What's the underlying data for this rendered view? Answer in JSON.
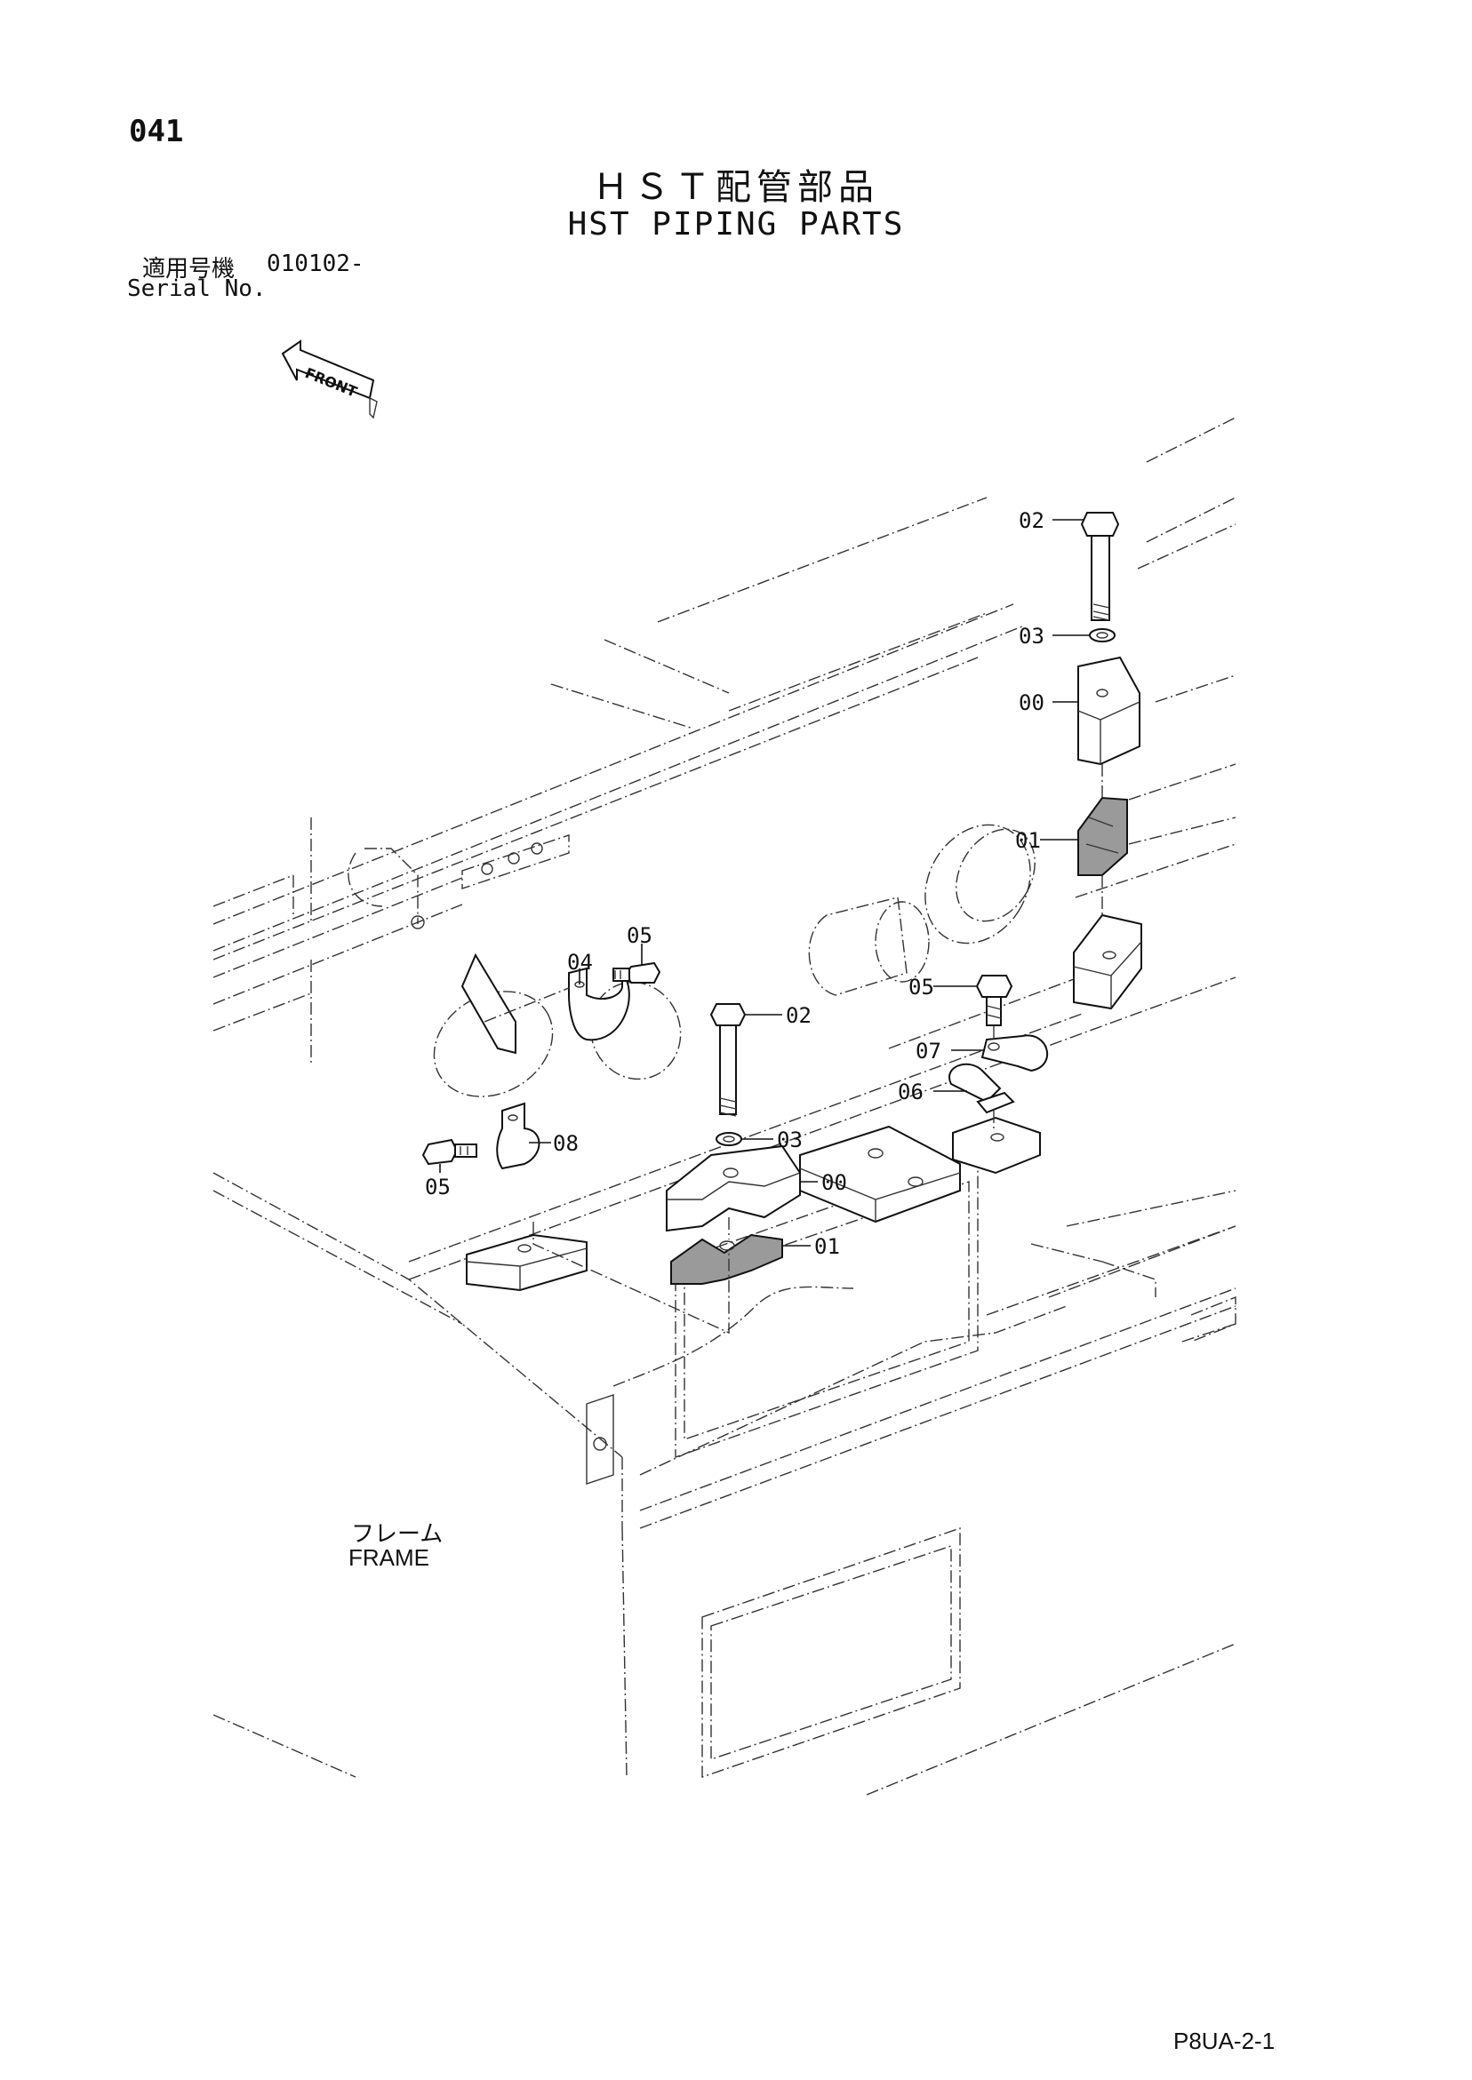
{
  "header": {
    "page_number": "041",
    "title_jp": "ＨＳＴ配管部品",
    "title_en": "HST PIPING PARTS",
    "serial_label_jp": "適用号機",
    "serial_value": "010102-",
    "serial_label_en": "Serial No."
  },
  "front_indicator": {
    "label": "FRONT",
    "icon": "front-arrow-icon"
  },
  "callouts": {
    "c02_top": "02",
    "c03_top": "03",
    "c00_top": "00",
    "c01_top": "01",
    "c05_right": "05",
    "c07": "07",
    "c06": "06",
    "c04": "04",
    "c05_mid": "05",
    "c02_mid": "02",
    "c03_mid": "03",
    "c00_mid": "00",
    "c01_mid": "01",
    "c08": "08",
    "c05_left": "05"
  },
  "frame_label": {
    "jp": "フレーム",
    "en": "FRAME"
  },
  "footer": {
    "drawing_code": "P8UA-2-1"
  }
}
